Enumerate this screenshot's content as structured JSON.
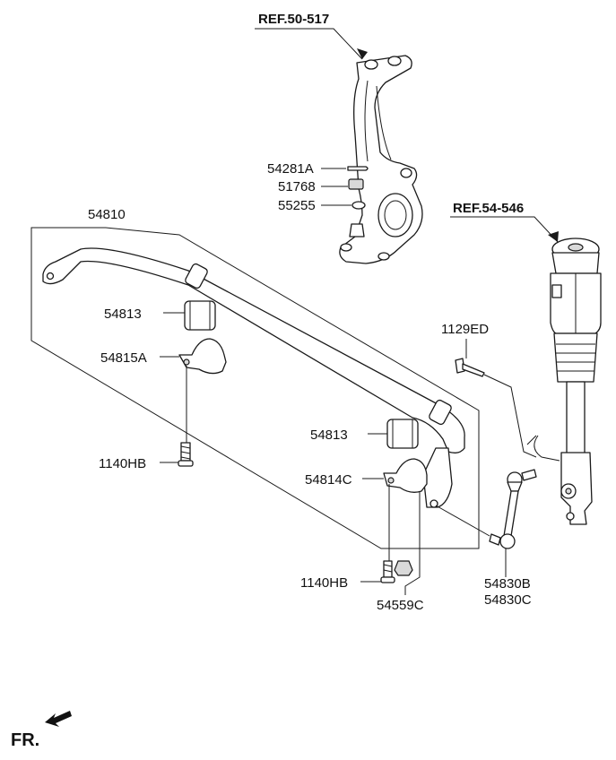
{
  "references": {
    "knuckle_ref": "REF.50-517",
    "strut_ref": "REF.54-546"
  },
  "parts": {
    "stabilizer_bar": "54810",
    "bushing_upper": "54813",
    "bushing_lower": "54813",
    "bracket_left": "54815A",
    "bracket_right": "54814C",
    "bolt_left": "1140HB",
    "bolt_right": "1140HB",
    "nut": "54559C",
    "strut_bolt": "1129ED",
    "link_b": "54830B",
    "link_c": "54830C",
    "cotter_pin": "54281A",
    "castle_nut": "51768",
    "washer": "55255"
  },
  "direction": {
    "label": "FR."
  }
}
